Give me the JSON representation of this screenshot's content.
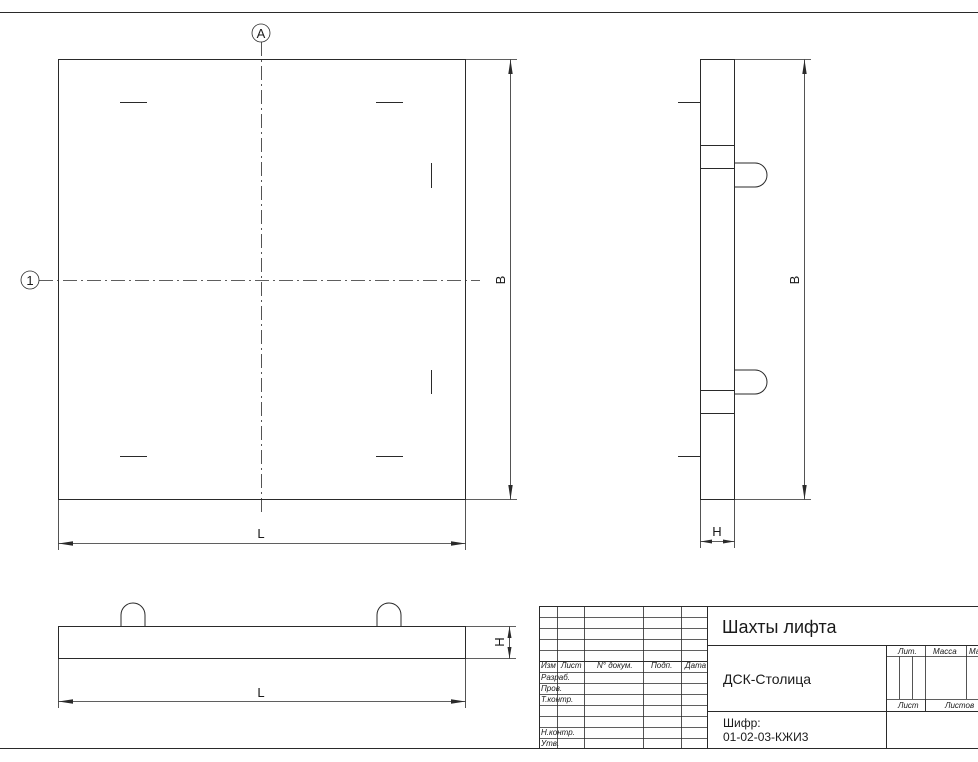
{
  "labels": {
    "axis_letter": "A",
    "axis_number": "1",
    "dim_B": "B",
    "dim_L": "L",
    "dim_H": "H"
  },
  "title_block": {
    "project_title": "Шахты лифта",
    "organization": "ДСК-Столица",
    "cipher_label": "Шифр:",
    "cipher_value": "01-02-03-КЖИ3",
    "columns": {
      "izm": "Изм",
      "list": "Лист",
      "doc_no": "N° докум.",
      "sign": "Подп.",
      "date": "Дата"
    },
    "roles": {
      "razrab": "Разраб.",
      "prov": "Пров.",
      "tkontr": "Т.контр.",
      "nkontr": "Н.контр.",
      "utv": "Утв."
    },
    "right": {
      "lit": "Лит.",
      "massa": "Масса",
      "masshtab_partial": "Ма",
      "list": "Лист",
      "listov": "Листов"
    }
  }
}
